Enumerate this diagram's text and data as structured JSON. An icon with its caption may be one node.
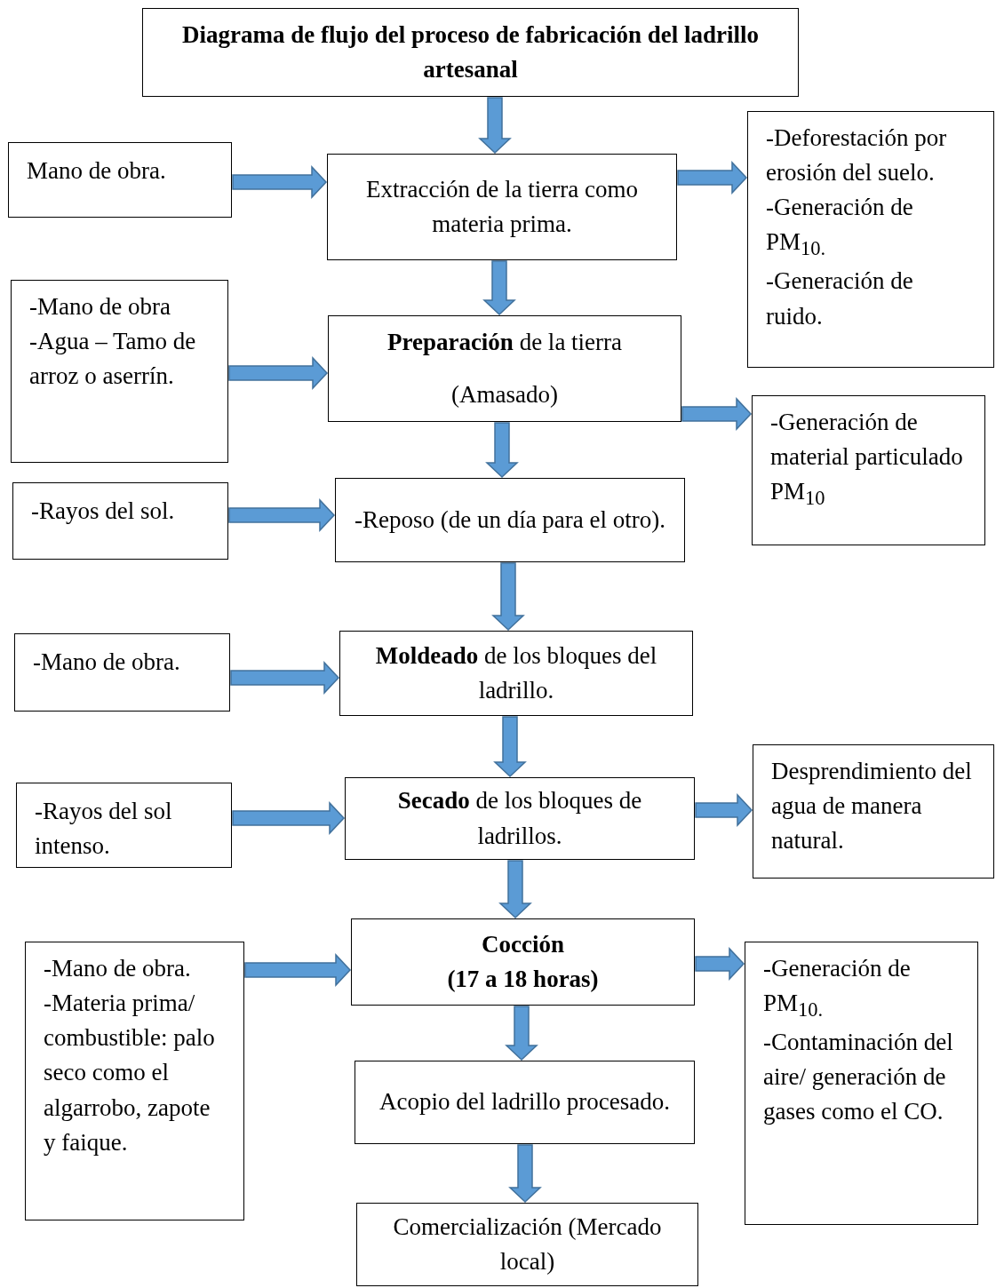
{
  "diagram": {
    "nodes": [
      {
        "text": [
          "Diagrama de flujo del proceso de fabricación del ladrillo artesanal"
        ]
      },
      {
        "text": [
          "Mano de obra."
        ]
      },
      {
        "text": [
          "Extracción de la tierra como materia prima."
        ]
      },
      {
        "text": [
          "-Deforestación por erosión del suelo.",
          "-Generación de PM$_{10.}$",
          "-Generación de ruido."
        ]
      },
      {
        "text": [
          "-Mano de obra",
          "-Agua – Tamo de arroz o aserrín."
        ]
      },
      {
        "text": [
          "**Preparación** de la tierra",
          "(Amasado)"
        ]
      },
      {
        "text": [
          "-Generación de material particulado PM$_{10}$"
        ]
      },
      {
        "text": [
          "-Rayos del sol."
        ]
      },
      {
        "text": [
          "-Reposo (de un día para el otro)."
        ]
      },
      {
        "text": [
          "-Mano de obra."
        ]
      },
      {
        "text": [
          "**Moldeado** de los bloques del ladrillo."
        ]
      },
      {
        "text": [
          "-Rayos del sol intenso."
        ]
      },
      {
        "text": [
          "**Secado** de los bloques de ladrillos."
        ]
      },
      {
        "text": [
          "Desprendimiento del agua de manera natural."
        ]
      },
      {
        "text": [
          "-Mano de obra.",
          "-Materia prima/ combustible: palo seco como el algarrobo, zapote y faique."
        ]
      },
      {
        "text": [
          "Cocción",
          "(17 a 18 horas)"
        ]
      },
      {
        "text": [
          "-Generación de PM$_{10.}$",
          "-Contaminación del aire/ generación de gases como el CO."
        ]
      },
      {
        "text": [
          "Acopio del ladrillo procesado."
        ]
      },
      {
        "text": [
          "Comercialización (Mercado local)"
        ]
      }
    ],
    "edges": [
      {
        "from": 0,
        "to": 2,
        "arrow": "to"
      },
      {
        "from": 1,
        "to": 2,
        "arrow": "to"
      },
      {
        "from": 2,
        "to": 3,
        "arrow": "to"
      },
      {
        "from": 2,
        "to": 5,
        "arrow": "to"
      },
      {
        "from": 4,
        "to": 5,
        "arrow": "to"
      },
      {
        "from": 5,
        "to": 6,
        "arrow": "to"
      },
      {
        "from": 5,
        "to": 8,
        "arrow": "to"
      },
      {
        "from": 7,
        "to": 8,
        "arrow": "to"
      },
      {
        "from": 8,
        "to": 10,
        "arrow": "to"
      },
      {
        "from": 9,
        "to": 10,
        "arrow": "to"
      },
      {
        "from": 10,
        "to": 12,
        "arrow": "to"
      },
      {
        "from": 11,
        "to": 12,
        "arrow": "to"
      },
      {
        "from": 12,
        "to": 13,
        "arrow": "to"
      },
      {
        "from": 12,
        "to": 15,
        "arrow": "to"
      },
      {
        "from": 14,
        "to": 15,
        "arrow": "to"
      },
      {
        "from": 15,
        "to": 16,
        "arrow": "to"
      },
      {
        "from": 15,
        "to": 17,
        "arrow": "to"
      },
      {
        "from": 17,
        "to": 18,
        "arrow": "to"
      }
    ]
  }
}
